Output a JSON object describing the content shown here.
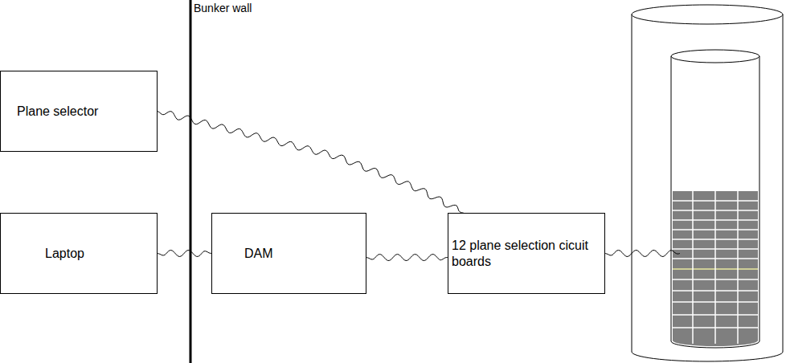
{
  "diagram": {
    "nodes": [
      {
        "text": [
          "Plane selector"
        ]
      },
      {
        "text": [
          "Laptop"
        ]
      },
      {
        "text": [
          "DAM"
        ]
      },
      {
        "text": [
          "12 plane selection cicuit boards"
        ]
      }
    ],
    "edges": [
      {
        "from": 0,
        "to": 3,
        "arrow": "none"
      },
      {
        "from": 1,
        "to": 2,
        "arrow": "none"
      },
      {
        "from": 2,
        "to": 3,
        "arrow": "none"
      }
    ],
    "labels": [
      "Bunker wall"
    ]
  }
}
